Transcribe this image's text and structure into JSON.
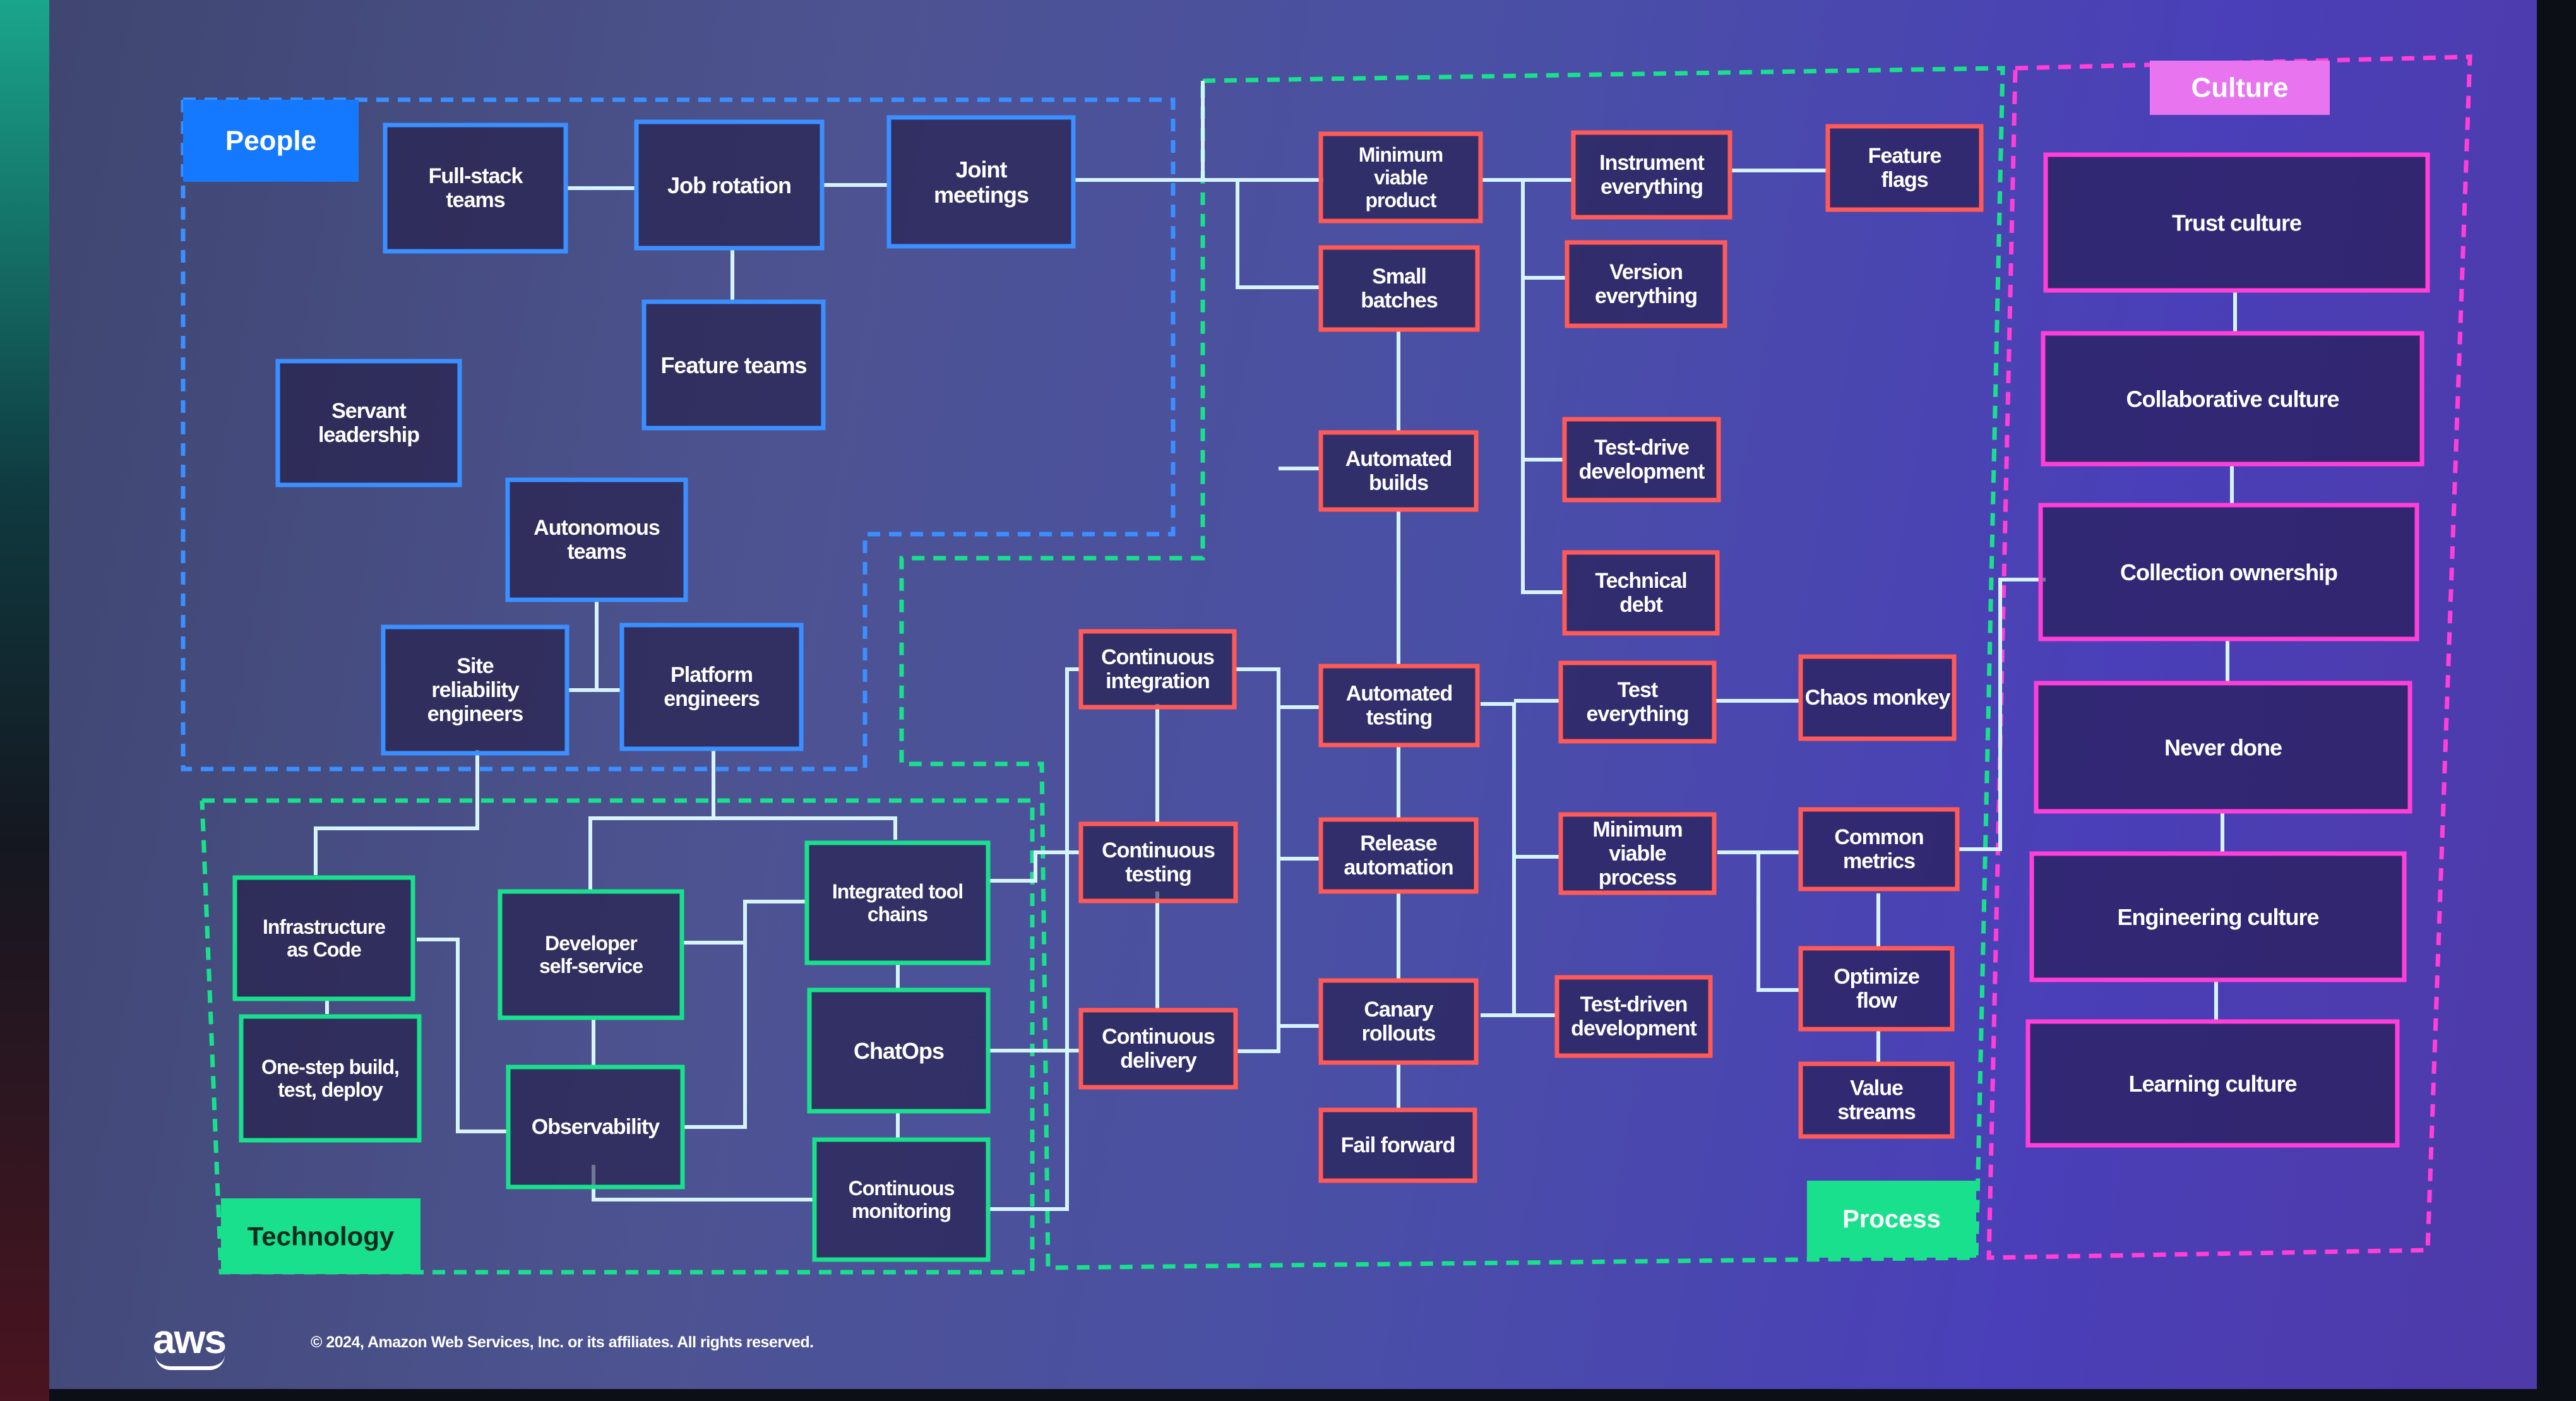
{
  "colors": {
    "people": "#3b8fff",
    "technology": "#19e08c",
    "process": "#ff5a57",
    "culture": "#ff3fd8",
    "line": "#d6f4ff",
    "people_tag_bg": "#1479ff",
    "technology_tag_bg": "#19e08c",
    "process_tag_bg": "#19e08c",
    "culture_tag_bg": "#e874f0"
  },
  "groups": {
    "people": "People",
    "technology": "Technology",
    "process": "Process",
    "culture": "Culture"
  },
  "nodes": {
    "full_stack": "Full-stack teams",
    "job_rotation": "Job rotation",
    "joint_meetings": "Joint meetings",
    "feature_teams": "Feature teams",
    "servant_leadership": "Servant leadership",
    "autonomous_teams": "Autonomous teams",
    "sre": "Site reliability engineers",
    "platform_engineers": "Platform engineers",
    "iac": "Infrastructure as Code",
    "one_step": "One-step build, test, deploy",
    "dev_self_service": "Developer self-service",
    "observability": "Observability",
    "integrated_tool_chains": "Integrated tool chains",
    "chatops": "ChatOps",
    "continuous_monitoring": "Continuous monitoring",
    "continuous_integration": "Continuous integration",
    "continuous_testing": "Continuous testing",
    "continuous_delivery": "Continuous delivery",
    "mvp": "Minimum viable product",
    "small_batches": "Small batches",
    "automated_builds": "Automated builds",
    "automated_testing": "Automated testing",
    "release_automation": "Release automation",
    "canary_rollouts": "Canary rollouts",
    "fail_forward": "Fail forward",
    "instrument_everything": "Instrument everything",
    "version_everything": "Version everything",
    "tdd_drive": "Test-drive development",
    "technical_debt": "Technical debt",
    "test_everything": "Test everything",
    "min_viable_process": "Minimum viable process",
    "tdd_driven": "Test-driven development",
    "feature_flags": "Feature flags",
    "chaos_monkey": "Chaos monkey",
    "common_metrics": "Common metrics",
    "optimize_flow": "Optimize flow",
    "value_streams": "Value streams",
    "trust_culture": "Trust culture",
    "collaborative_culture": "Collaborative culture",
    "collection_ownership": "Collection ownership",
    "never_done": "Never done",
    "engineering_culture": "Engineering culture",
    "learning_culture": "Learning culture"
  },
  "footer": {
    "logo": "aws",
    "copyright": "© 2024, Amazon Web Services, Inc. or its affiliates. All rights reserved."
  }
}
